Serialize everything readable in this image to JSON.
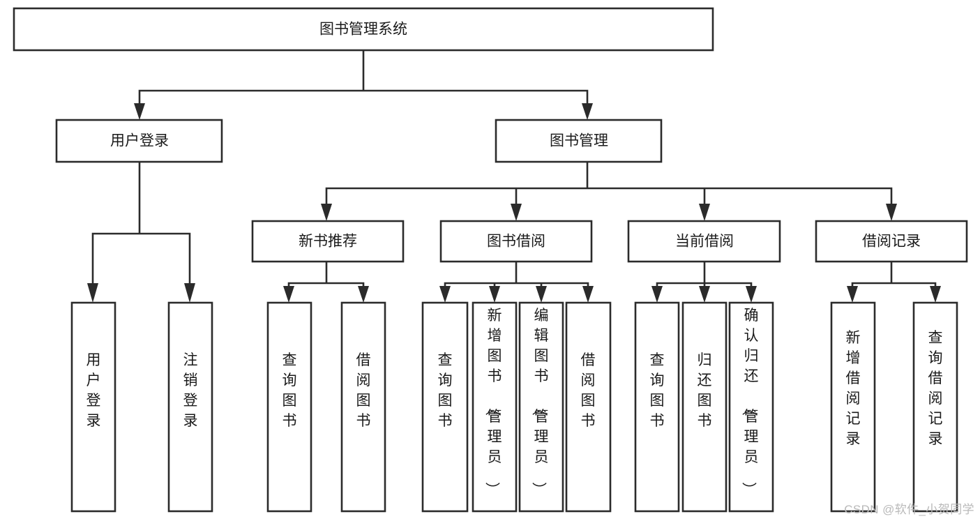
{
  "diagram": {
    "type": "tree-hierarchy",
    "title": "图书管理系统",
    "orientation": "top-down",
    "style": {
      "box_fill": "#ffffff",
      "box_stroke": "#2b2b2b",
      "text_color": "#1a1a1a",
      "background": "#ffffff",
      "watermark_color": "#b9b9b9"
    },
    "nodes": {
      "root": {
        "label": "图书管理系统",
        "level": 0,
        "text_orientation": "horizontal"
      },
      "l1_user_login": {
        "label": "用户登录",
        "level": 1,
        "text_orientation": "horizontal"
      },
      "l1_book_manage": {
        "label": "图书管理",
        "level": 1,
        "text_orientation": "horizontal"
      },
      "l2_new_book_rec": {
        "label": "新书推荐",
        "level": 2,
        "text_orientation": "horizontal"
      },
      "l2_book_borrow": {
        "label": "图书借阅",
        "level": 2,
        "text_orientation": "horizontal"
      },
      "l2_current_borrow": {
        "label": "当前借阅",
        "level": 2,
        "text_orientation": "horizontal"
      },
      "l2_borrow_record": {
        "label": "借阅记录",
        "level": 2,
        "text_orientation": "horizontal"
      },
      "leaf_user_login": {
        "label": "用户登录",
        "level": 3,
        "text_orientation": "vertical"
      },
      "leaf_logout": {
        "label": "注销登录",
        "level": 3,
        "text_orientation": "vertical"
      },
      "leaf_query_book_1": {
        "label": "查询图书",
        "level": 3,
        "text_orientation": "vertical"
      },
      "leaf_borrow_book_1": {
        "label": "借阅图书",
        "level": 3,
        "text_orientation": "vertical"
      },
      "leaf_query_book_2": {
        "label": "查询图书",
        "level": 3,
        "text_orientation": "vertical"
      },
      "leaf_add_book": {
        "label": "新增图书（管理员）",
        "level": 3,
        "text_orientation": "vertical"
      },
      "leaf_edit_book": {
        "label": "编辑图书（管理员）",
        "level": 3,
        "text_orientation": "vertical"
      },
      "leaf_borrow_book_2": {
        "label": "借阅图书",
        "level": 3,
        "text_orientation": "vertical"
      },
      "leaf_query_book_3": {
        "label": "查询图书",
        "level": 3,
        "text_orientation": "vertical"
      },
      "leaf_return_book": {
        "label": "归还图书",
        "level": 3,
        "text_orientation": "vertical"
      },
      "leaf_confirm_return": {
        "label": "确认归还（管理员）",
        "level": 3,
        "text_orientation": "vertical"
      },
      "leaf_add_record": {
        "label": "新增借阅记录",
        "level": 3,
        "text_orientation": "vertical"
      },
      "leaf_query_record": {
        "label": "查询借阅记录",
        "level": 3,
        "text_orientation": "vertical"
      }
    },
    "edges": [
      {
        "from": "root",
        "to": "l1_user_login"
      },
      {
        "from": "root",
        "to": "l1_book_manage"
      },
      {
        "from": "l1_user_login",
        "to": "leaf_user_login"
      },
      {
        "from": "l1_user_login",
        "to": "leaf_logout"
      },
      {
        "from": "l1_book_manage",
        "to": "l2_new_book_rec"
      },
      {
        "from": "l1_book_manage",
        "to": "l2_book_borrow"
      },
      {
        "from": "l1_book_manage",
        "to": "l2_current_borrow"
      },
      {
        "from": "l1_book_manage",
        "to": "l2_borrow_record"
      },
      {
        "from": "l2_new_book_rec",
        "to": "leaf_query_book_1"
      },
      {
        "from": "l2_new_book_rec",
        "to": "leaf_borrow_book_1"
      },
      {
        "from": "l2_book_borrow",
        "to": "leaf_query_book_2"
      },
      {
        "from": "l2_book_borrow",
        "to": "leaf_add_book"
      },
      {
        "from": "l2_book_borrow",
        "to": "leaf_edit_book"
      },
      {
        "from": "l2_book_borrow",
        "to": "leaf_borrow_book_2"
      },
      {
        "from": "l2_current_borrow",
        "to": "leaf_query_book_3"
      },
      {
        "from": "l2_current_borrow",
        "to": "leaf_return_book"
      },
      {
        "from": "l2_current_borrow",
        "to": "leaf_confirm_return"
      },
      {
        "from": "l2_borrow_record",
        "to": "leaf_add_record"
      },
      {
        "from": "l2_borrow_record",
        "to": "leaf_query_record"
      }
    ]
  },
  "watermark": {
    "text": "CSDN @软件_小贺同学"
  }
}
